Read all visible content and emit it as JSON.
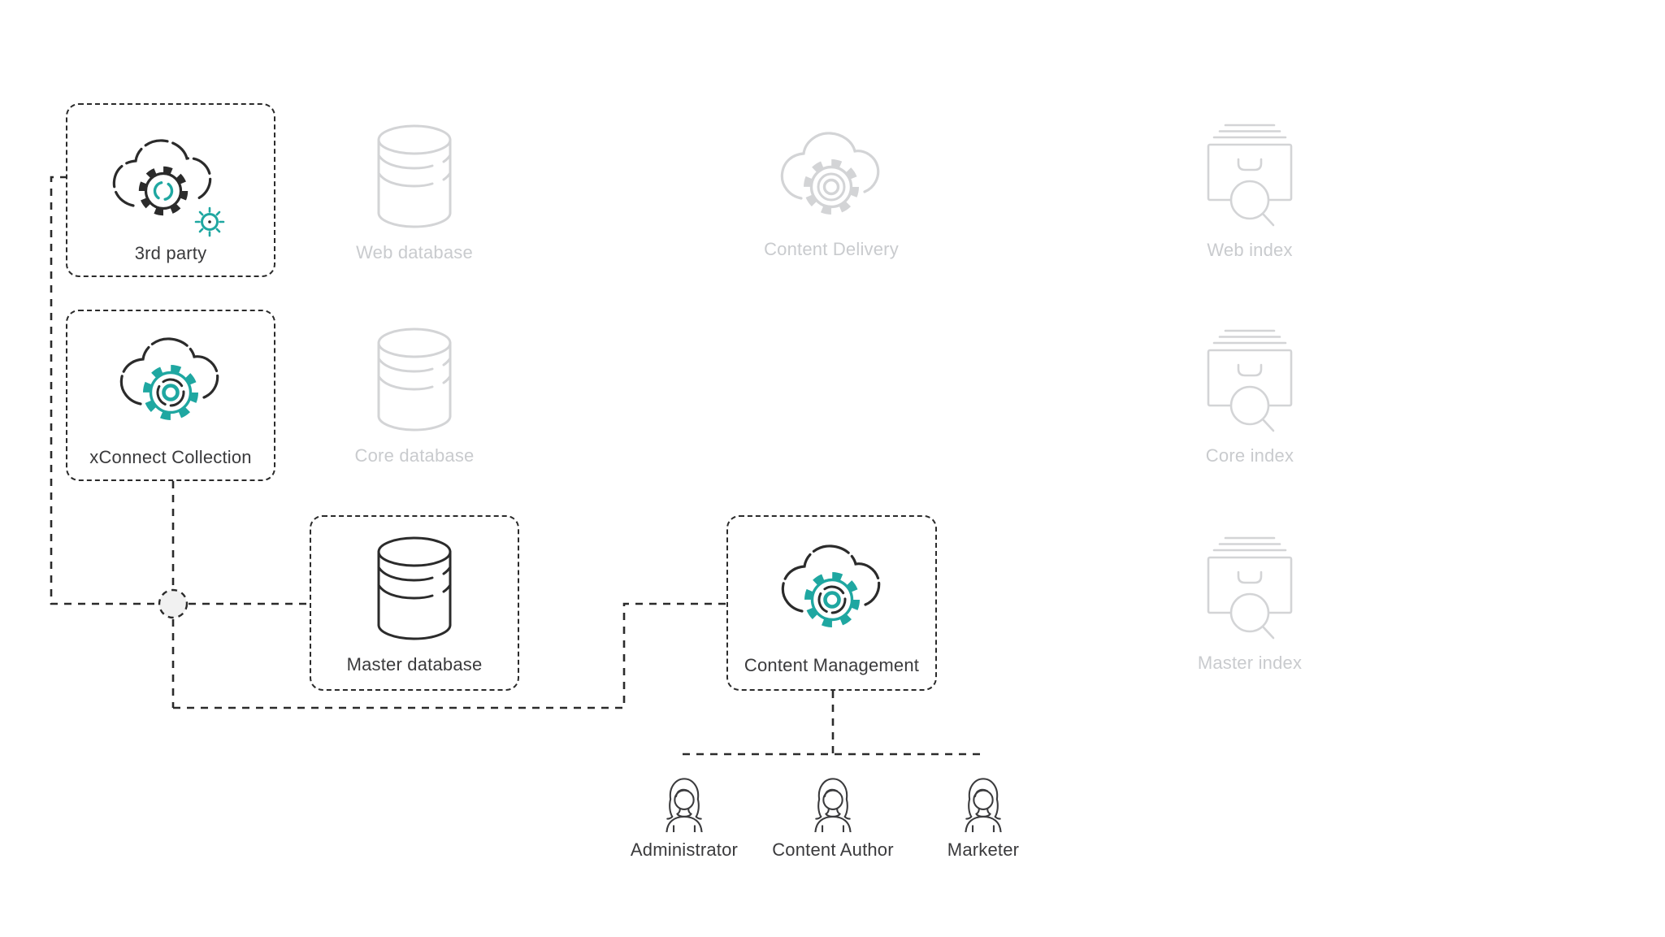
{
  "colors": {
    "accent_teal": "#1fa7a1",
    "line_dark": "#2b2b2b",
    "icon_gray": "#d3d4d6",
    "text_gray": "#c9cbce",
    "text_dark": "#3a3a3c",
    "junction_fill": "#f1f1f1"
  },
  "diagram": {
    "active_nodes": [
      {
        "id": "third-party",
        "label": "3rd party",
        "icon": "cloud-gear-3rd-party-icon"
      },
      {
        "id": "xconnect-collection",
        "label": "xConnect Collection",
        "icon": "cloud-gear-teal-icon"
      },
      {
        "id": "master-database",
        "label": "Master database",
        "icon": "database-icon"
      },
      {
        "id": "content-management",
        "label": "Content Management",
        "icon": "cloud-gear-teal-icon"
      }
    ],
    "inactive_nodes": [
      {
        "id": "web-database",
        "label": "Web database",
        "icon": "database-icon"
      },
      {
        "id": "content-delivery",
        "label": "Content Delivery",
        "icon": "cloud-gear-icon"
      },
      {
        "id": "web-index",
        "label": "Web index",
        "icon": "index-search-icon"
      },
      {
        "id": "core-database",
        "label": "Core database",
        "icon": "database-icon"
      },
      {
        "id": "core-index",
        "label": "Core index",
        "icon": "index-search-icon"
      },
      {
        "id": "master-index",
        "label": "Master index",
        "icon": "index-search-icon"
      }
    ],
    "users": [
      {
        "id": "administrator",
        "label": "Administrator",
        "icon": "person-icon"
      },
      {
        "id": "content-author",
        "label": "Content Author",
        "icon": "person-icon"
      },
      {
        "id": "marketer",
        "label": "Marketer",
        "icon": "person-icon"
      }
    ]
  }
}
